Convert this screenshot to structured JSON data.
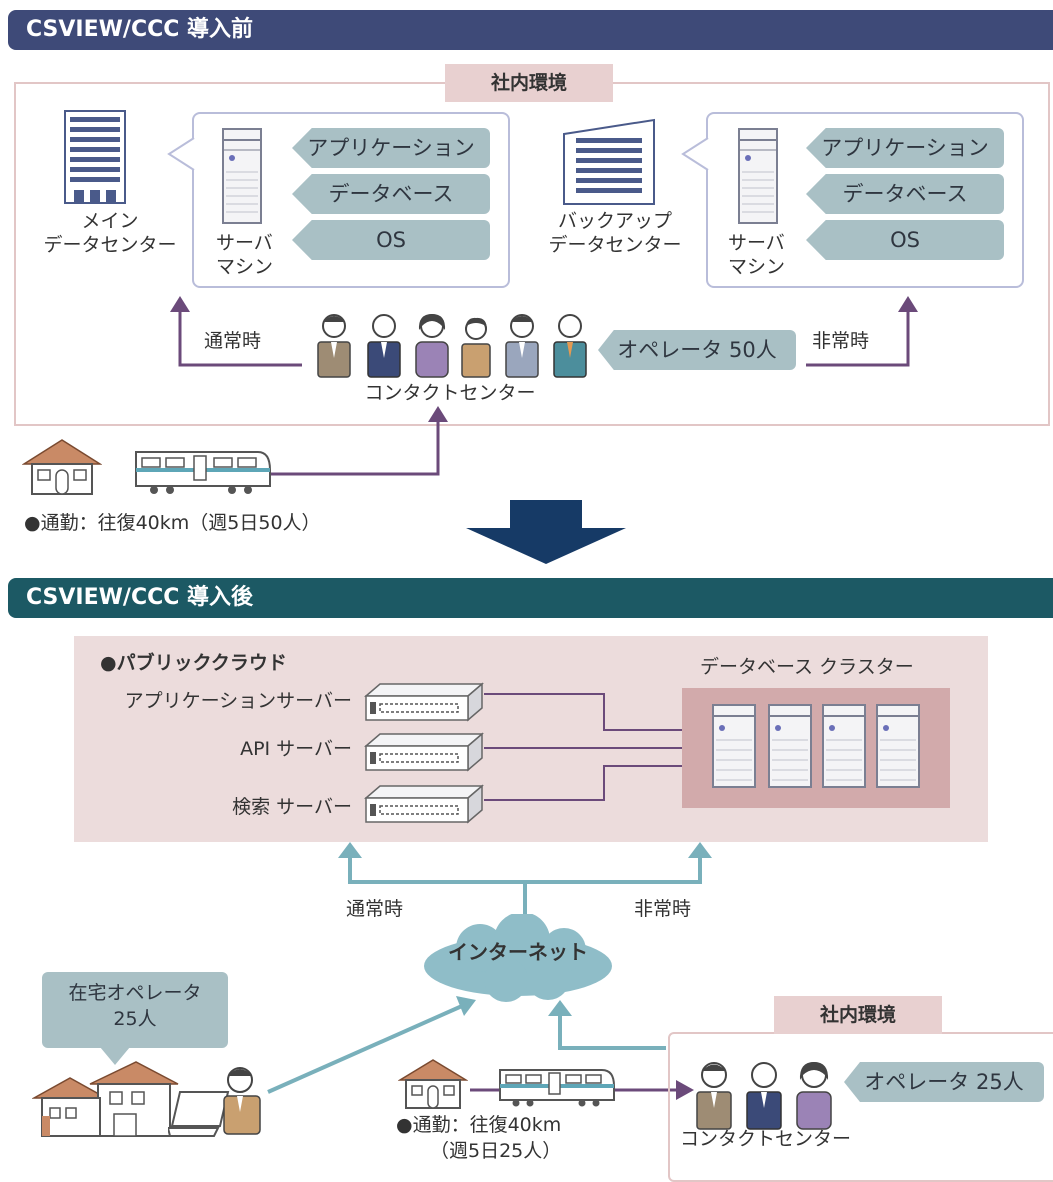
{
  "colors": {
    "banner_before": "#3e4a78",
    "banner_after": "#1c5964",
    "frame_border": "#e2c6c6",
    "cloud_area": "#ecdcdc",
    "cluster_box": "#d2aaab",
    "teal_box": "#a9c0c5",
    "purple_line": "#6b4a7a",
    "teal_line": "#79b0bb",
    "arrow_navy": "#163a66"
  },
  "before": {
    "banner": "CSVIEW/CCC 導入前",
    "onprem_tag": "社内環境",
    "main_dc_line1": "メイン",
    "main_dc_line2": "データセンター",
    "backup_dc_line1": "バックアップ",
    "backup_dc_line2": "データセンター",
    "server_line1": "サーバ",
    "server_line2": "マシン",
    "stack": [
      "アプリケーション",
      "データベース",
      "OS"
    ],
    "normal": "通常時",
    "emergency": "非常時",
    "operators": "オペレータ 50人",
    "contact_center": "コンタクトセンター",
    "commute": "●通勤：往復40km（週5日50人）"
  },
  "after": {
    "banner": "CSVIEW/CCC 導入後",
    "public_cloud": "●パブリッククラウド",
    "app_server": "アプリケーションサーバー",
    "api_server": "API サーバー",
    "search_server": "検索 サーバー",
    "db_cluster": "データベース クラスター",
    "normal": "通常時",
    "emergency": "非常時",
    "internet": "インターネット",
    "home_operators_line1": "在宅オペレータ",
    "home_operators_line2": "25人",
    "onprem_tag": "社内環境",
    "operators": "オペレータ 25人",
    "contact_center": "コンタクトセンター",
    "commute_line1": "●通勤：往復40km",
    "commute_line2": "（週5日25人）"
  },
  "icons": [
    "office-building-icon",
    "server-icon",
    "person-icon",
    "house-icon",
    "train-icon",
    "network-switch-icon",
    "cloud-icon",
    "laptop-icon",
    "down-arrow-icon"
  ]
}
